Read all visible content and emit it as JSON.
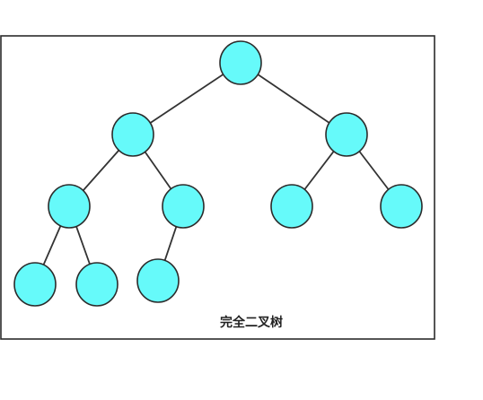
{
  "diagram": {
    "caption": "完全二叉树",
    "node_color": "#66fafa",
    "line_color": "#333333",
    "nodes": [
      "n1",
      "n2",
      "n3",
      "n4",
      "n5",
      "n6",
      "n7",
      "n8",
      "n9",
      "n10"
    ],
    "edges": [
      [
        "n1",
        "n2"
      ],
      [
        "n1",
        "n3"
      ],
      [
        "n2",
        "n4"
      ],
      [
        "n2",
        "n5"
      ],
      [
        "n3",
        "n6"
      ],
      [
        "n3",
        "n7"
      ],
      [
        "n4",
        "n8"
      ],
      [
        "n4",
        "n9"
      ],
      [
        "n5",
        "n10"
      ]
    ]
  }
}
